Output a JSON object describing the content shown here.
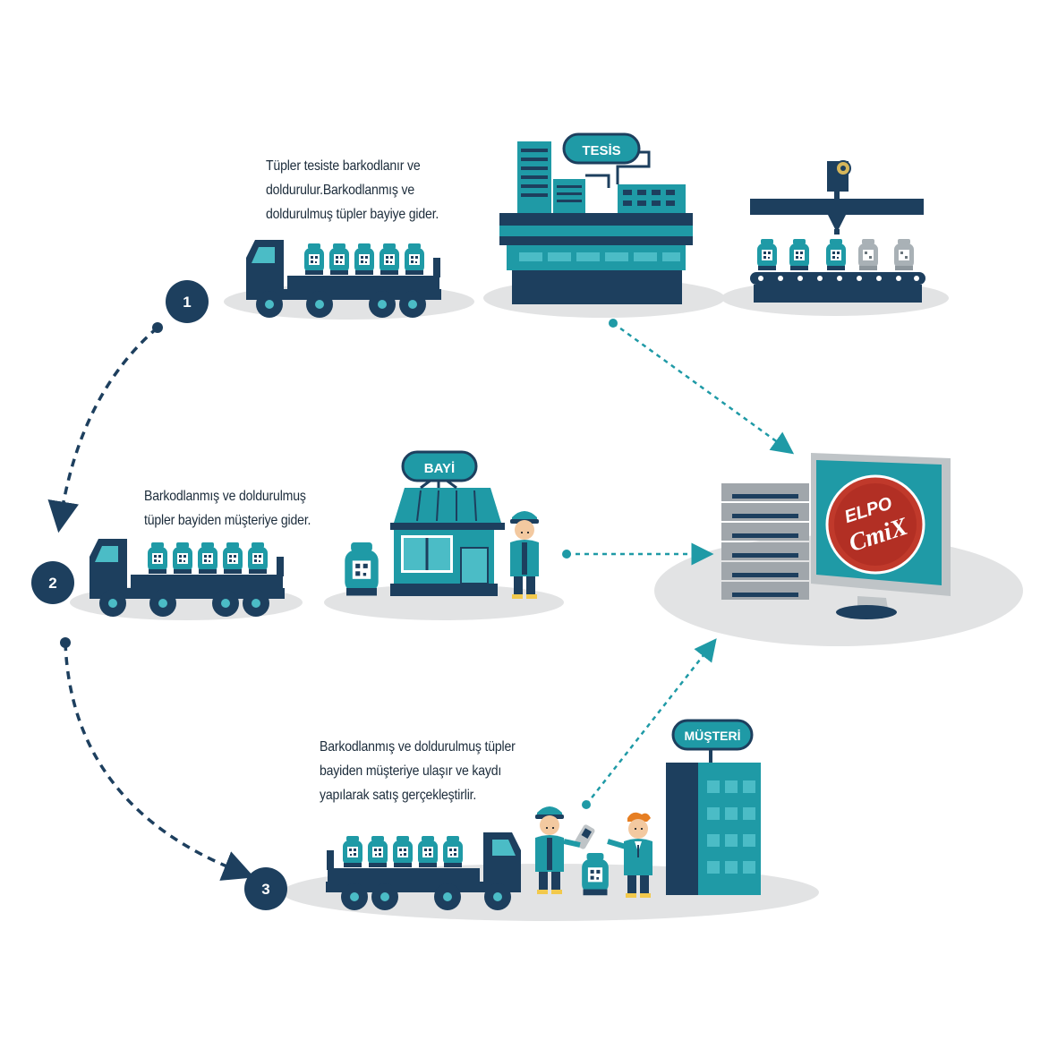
{
  "steps": [
    {
      "number": "1",
      "caption": [
        "Tüpler tesiste barkodlanır ve",
        "doldurulur.Barkodlanmış ve",
        "doldurulmuş tüpler bayiye gider."
      ]
    },
    {
      "number": "2",
      "caption": [
        "Barkodlanmış ve doldurulmuş",
        "tüpler bayiden müşteriye gider."
      ]
    },
    {
      "number": "3",
      "caption": [
        "Barkodlanmış ve doldurulmuş tüpler",
        "bayiden müşteriye ulaşır ve kaydı",
        "yapılarak satış gerçekleştirlir."
      ]
    }
  ],
  "labels": {
    "facility": "TESİS",
    "dealer": "BAYİ",
    "customer": "MÜŞTERİ"
  },
  "logo": {
    "top": "ELPO",
    "bottom": "CmiX"
  },
  "colors": {
    "navy": "#1d3f5e",
    "teal": "#1f9aa6",
    "teal_light": "#4bbcc6",
    "ground": "#e2e3e4",
    "logo_red": "#c0392b"
  }
}
